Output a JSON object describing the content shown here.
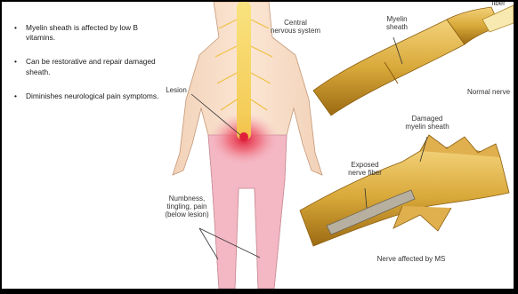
{
  "bullets": [
    {
      "marker": "•",
      "text": "Myelin sheath is affected by low B vitamins."
    },
    {
      "marker": "•",
      "text": "Can be restorative and repair damaged sheath."
    },
    {
      "marker": "•",
      "text": "Diminishes neurological pain symptoms."
    }
  ],
  "figure": {
    "central_nervous_system": [
      "Central",
      "nervous system"
    ],
    "lesion": "Lesion",
    "numbness": [
      "Numbness,",
      "tingling, pain",
      "(below lesion)"
    ],
    "myelin_sheath": [
      "Myelin",
      "sheath"
    ],
    "fiber": "fiber",
    "normal_nerve": "Normal nerve",
    "damaged_myelin_sheath": [
      "Damaged",
      "myelin sheath"
    ],
    "exposed_nerve_fiber": [
      "Exposed",
      "nerve fiber"
    ],
    "nerve_affected_by_ms": "Nerve affected by MS"
  },
  "colors": {
    "body_skin": "#f6dcc4",
    "leg_pink": "#f4b8c4",
    "spine_yellow": "#f6d35a",
    "lesion_red": "#e0203a",
    "myelin_gold": "#d9a93a"
  }
}
